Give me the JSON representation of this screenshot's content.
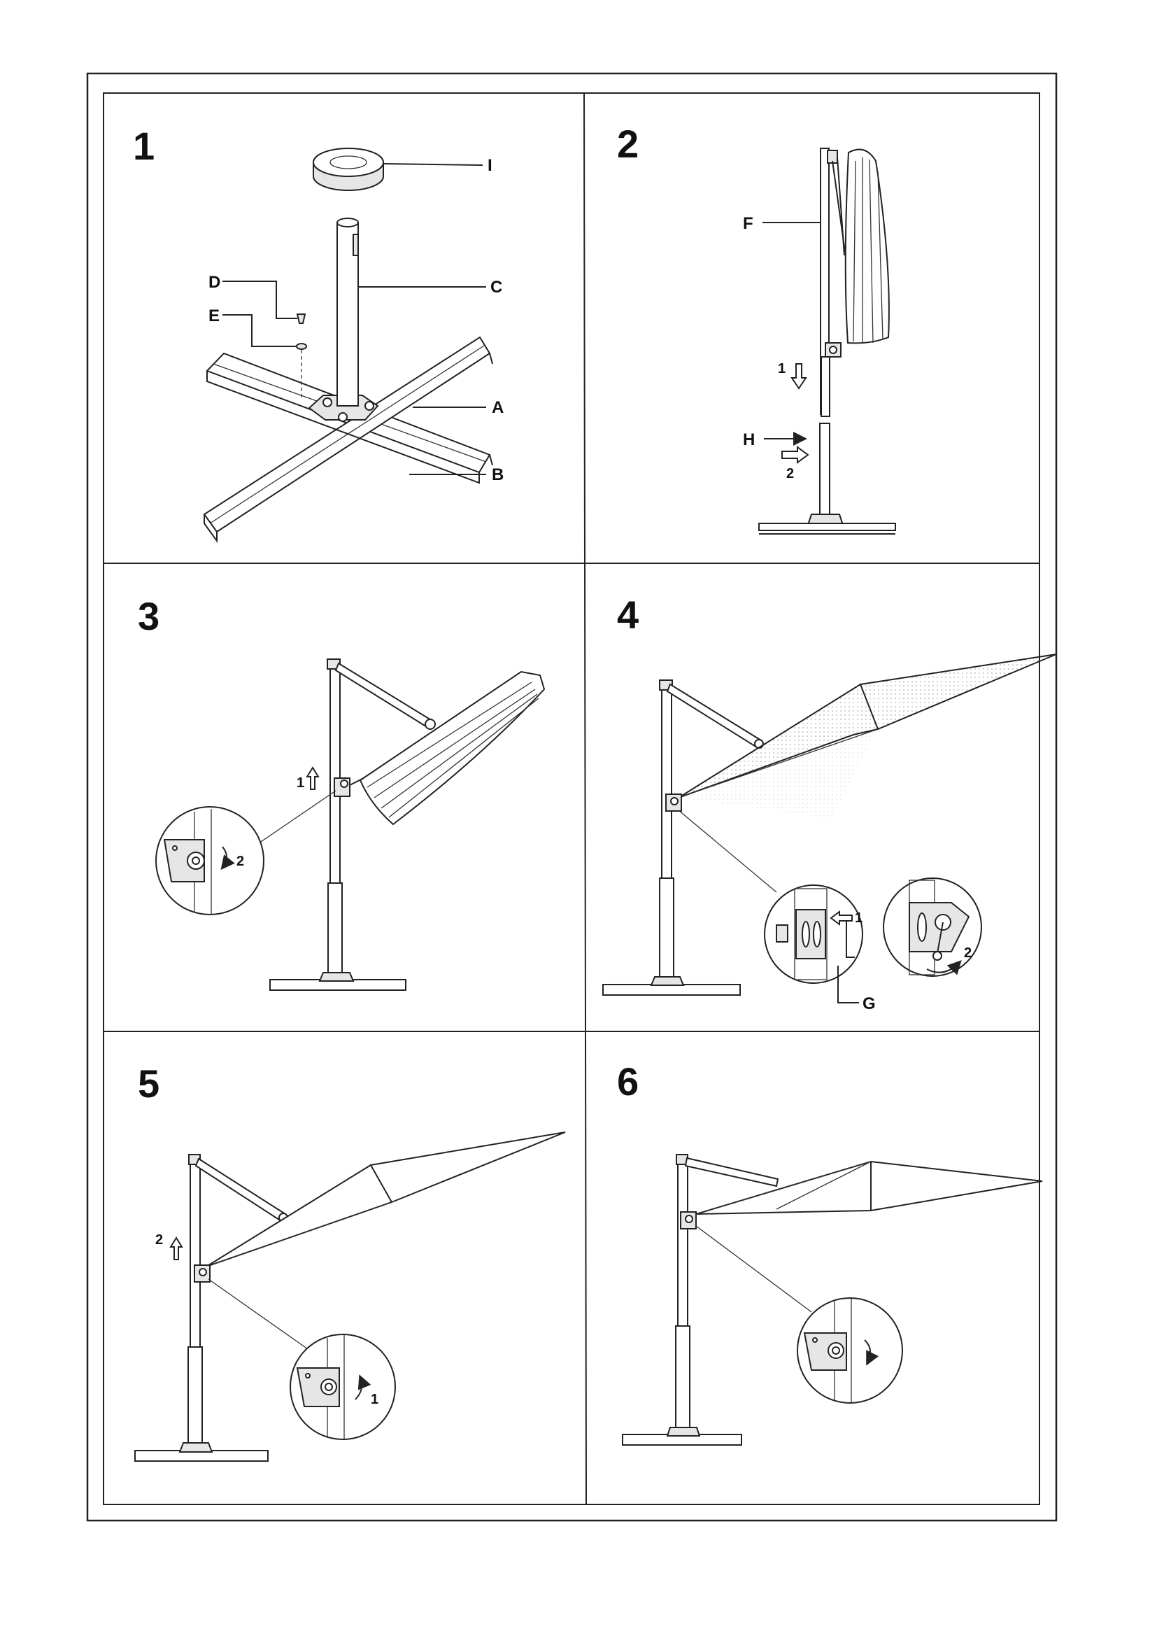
{
  "panels": [
    {
      "number": "1",
      "labels": [
        "I",
        "C",
        "D",
        "E",
        "A",
        "B"
      ]
    },
    {
      "number": "2",
      "labels": [
        "F",
        "H"
      ],
      "arrows": [
        "1",
        "2"
      ]
    },
    {
      "number": "3",
      "arrows": [
        "1",
        "2"
      ]
    },
    {
      "number": "4",
      "labels": [
        "G"
      ],
      "arrows": [
        "1",
        "2"
      ]
    },
    {
      "number": "5",
      "arrows": [
        "2",
        "1"
      ]
    },
    {
      "number": "6"
    }
  ]
}
